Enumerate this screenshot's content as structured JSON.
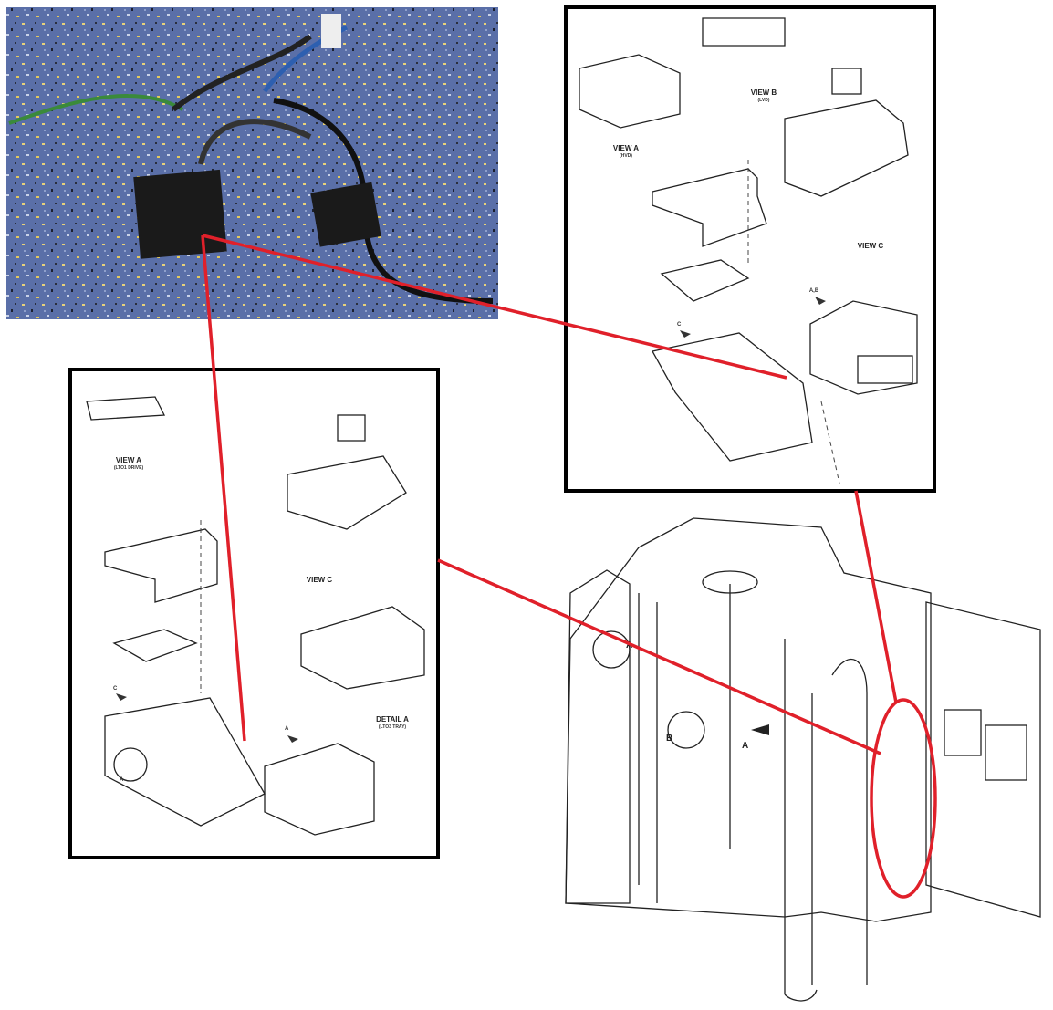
{
  "top_panel": {
    "view_a": {
      "title": "VIEW A",
      "sub": "(HVD)"
    },
    "view_b": {
      "title": "VIEW B",
      "sub": "(LVD)"
    },
    "view_c": {
      "title": "VIEW C"
    },
    "arrow_ab": "A,B",
    "arrow_c": "C"
  },
  "left_panel": {
    "view_a": {
      "title": "VIEW A",
      "sub": "(LTO1 DRIVE)"
    },
    "view_c": {
      "title": "VIEW C"
    },
    "detail_a": {
      "title": "DETAIL A",
      "sub": "(LTO3 TRAY)"
    },
    "arrow_c": "C",
    "arrow_a": "A",
    "circle_a": "A"
  },
  "cabinet": {
    "callout_a": "A",
    "callout_b": "B",
    "arrow_a": "A"
  },
  "colors": {
    "highlight": "#e0202a",
    "photo_bg": "#5a6fa8"
  }
}
